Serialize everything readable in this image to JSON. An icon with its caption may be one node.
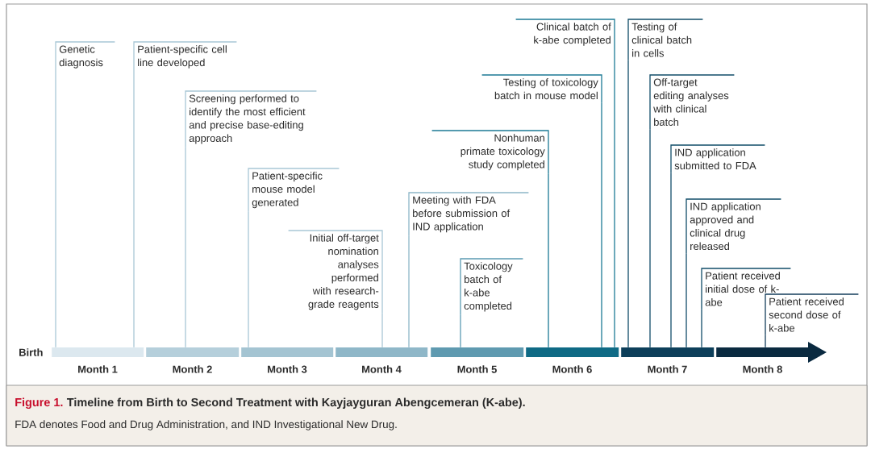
{
  "diagram": {
    "title": "Timeline from Birth to Second Treatment with Kayjayguran Abengcemeran (K-abe).",
    "caption": "FDA denotes Food and Drug Administration, and IND Investigational New Drug.",
    "nodes": [
      {
        "text": [
          "Genetic diagnosis"
        ]
      },
      {
        "text": [
          "Patient-specific cell line developed"
        ]
      },
      {
        "text": [
          "Screening performed to identify the most efficient and precise base-editing approach"
        ]
      },
      {
        "text": [
          "Patient-specific mouse model generated"
        ]
      },
      {
        "text": [
          "Initial off-target nomination analyses performed with research-grade reagents"
        ]
      },
      {
        "text": [
          "Meeting with FDA before submission of IND application"
        ]
      },
      {
        "text": [
          "Toxicology batch of k-abe completed"
        ]
      },
      {
        "text": [
          "Nonhuman primate toxicology study completed"
        ]
      },
      {
        "text": [
          "Testing of toxicology batch in mouse model"
        ]
      },
      {
        "text": [
          "Clinical batch of k-abe completed"
        ]
      },
      {
        "text": [
          "Testing of clinical batch in cells"
        ]
      },
      {
        "text": [
          "Off-target editing analyses with clinical batch"
        ]
      },
      {
        "text": [
          "IND application submitted to FDA"
        ]
      },
      {
        "text": [
          "IND application approved and clinical drug released"
        ]
      },
      {
        "text": [
          "Patient received initial dose of k-abe"
        ]
      },
      {
        "text": [
          "Patient received second dose of k-abe"
        ]
      },
      {
        "text": [],
        "shape": "bar",
        "beside": [
          "Month 1"
        ]
      },
      {
        "text": [],
        "shape": "bar",
        "beside": [
          "Month 2"
        ]
      },
      {
        "text": [],
        "shape": "bar",
        "beside": [
          "Month 3"
        ]
      },
      {
        "text": [],
        "shape": "bar",
        "beside": [
          "Month 4"
        ]
      },
      {
        "text": [],
        "shape": "bar",
        "beside": [
          "Month 5"
        ]
      },
      {
        "text": [],
        "shape": "bar",
        "beside": [
          "Month 6"
        ]
      },
      {
        "text": [],
        "shape": "bar",
        "beside": [
          "Month 7"
        ]
      },
      {
        "text": [],
        "shape": "bar",
        "beside": [
          "Month 8"
        ]
      }
    ],
    "edges": [
      {
        "from": 0,
        "to": 16,
        "arrow": "none",
        "color": "#a9c7d6"
      },
      {
        "from": 1,
        "to": 16,
        "arrow": "none",
        "color": "#a9c7d6"
      },
      {
        "from": 2,
        "to": 17,
        "arrow": "none",
        "color": "#a9c7d6"
      },
      {
        "from": 3,
        "to": 18,
        "arrow": "none",
        "color": "#a9c7d6"
      },
      {
        "from": 4,
        "to": 19,
        "arrow": "none",
        "color": "#a9c7d6"
      },
      {
        "from": 5,
        "to": 19,
        "arrow": "none",
        "color": "#8db6c8"
      },
      {
        "from": 6,
        "to": 20,
        "arrow": "none",
        "color": "#5b9bb3"
      },
      {
        "from": 7,
        "to": 21,
        "arrow": "none",
        "color": "#1d7a95"
      },
      {
        "from": 8,
        "to": 21,
        "arrow": "none",
        "color": "#1d7a95"
      },
      {
        "from": 9,
        "to": 21,
        "arrow": "none",
        "color": "#1d7a95"
      },
      {
        "from": 10,
        "to": 22,
        "arrow": "none",
        "color": "#124d69"
      },
      {
        "from": 11,
        "to": 22,
        "arrow": "none",
        "color": "#124d69"
      },
      {
        "from": 12,
        "to": 22,
        "arrow": "none",
        "color": "#124d69"
      },
      {
        "from": 13,
        "to": 22,
        "arrow": "none",
        "color": "#124d69"
      },
      {
        "from": 14,
        "to": 22,
        "arrow": "none",
        "color": "#124d69"
      },
      {
        "from": 15,
        "to": 23,
        "arrow": "none",
        "color": "#163f5c"
      }
    ],
    "labels": [
      "Birth",
      "Figure 1."
    ]
  }
}
